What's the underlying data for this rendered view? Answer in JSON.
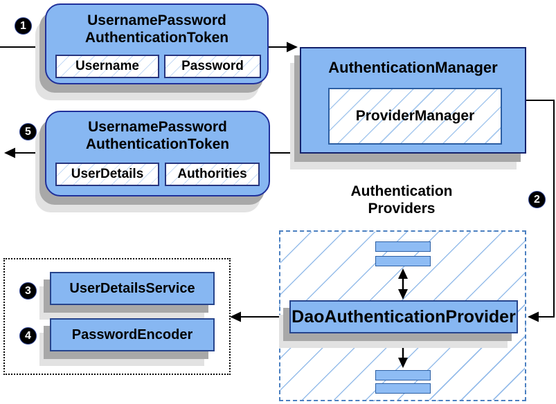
{
  "colors": {
    "node_fill": "#87b7f2",
    "node_border_navy": "#20309a",
    "bar_border": "#2d5fa3",
    "hatch_blue": "#96bdea",
    "container_dash_blue": "#4a7fc0",
    "shadow_gray": "#a8a8a8",
    "arrow_black": "#000000"
  },
  "badges": {
    "step1": "1",
    "step2": "2",
    "step3": "3",
    "step4": "4",
    "step5": "5"
  },
  "token_request": {
    "title1": "UsernamePassword",
    "title2": "AuthenticationToken",
    "fields": [
      "Username",
      "Password"
    ]
  },
  "auth_manager": {
    "title": "AuthenticationManager",
    "inner": "ProviderManager"
  },
  "token_response": {
    "title1": "UsernamePassword",
    "title2": "AuthenticationToken",
    "fields": [
      "UserDetails",
      "Authorities"
    ]
  },
  "providers": {
    "heading1": "Authentication",
    "heading2": "Providers",
    "dao": "DaoAuthenticationProvider"
  },
  "services": {
    "user_details": "UserDetailsService",
    "password_encoder": "PasswordEncoder"
  }
}
